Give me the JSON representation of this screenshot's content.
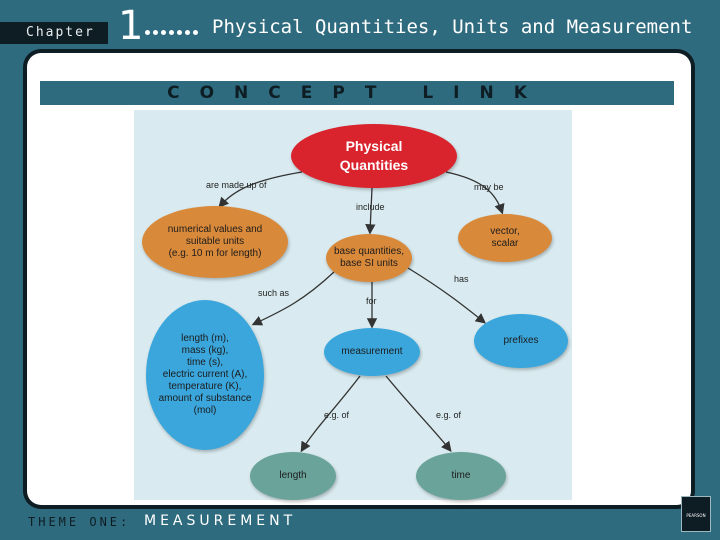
{
  "header": {
    "chapter_label": "Chapter",
    "chapter_number": "1",
    "title": "Physical Quantities, Units and Measurement"
  },
  "banner": {
    "text": "CONCEPT LINK"
  },
  "diagram": {
    "nodes": {
      "root": "Physical\nQuantities",
      "numeric": "numerical values and\nsuitable units\n(e.g. 10 m for length)",
      "vector": "vector,\nscalar",
      "base": "base quantities,\nbase SI units",
      "length_list": "length (m),\nmass (kg),\ntime (s),\nelectric current (A),\ntemperature (K),\namount of substance\n(mol)",
      "measurement": "measurement",
      "prefixes": "prefixes",
      "length": "length",
      "time": "time"
    },
    "links": {
      "made_up_of": "are made up of",
      "may_be": "may be",
      "include": "include",
      "such_as": "such as",
      "has": "has",
      "for": "for",
      "eg_of_left": "e.g. of",
      "eg_of_right": "e.g. of"
    },
    "colors": {
      "root": "#d9232d",
      "orange": "#d9893a",
      "blue": "#3aa6dc",
      "teal": "#6aa39a",
      "background": "#d9ebf0"
    }
  },
  "footer": {
    "theme_label": "THEME ONE:",
    "theme_name": "MEASUREMENT",
    "logo_text": "PEARSON"
  }
}
